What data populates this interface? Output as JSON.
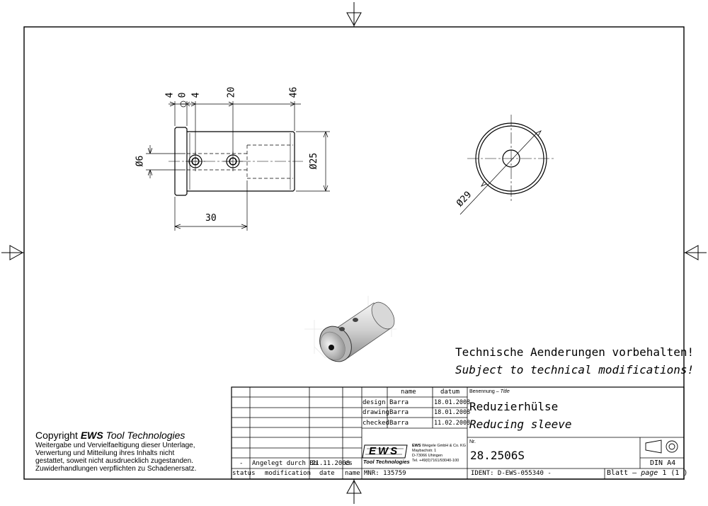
{
  "dimensions": {
    "d4a": "4",
    "d0": "0",
    "d4b": "4",
    "d20": "20",
    "d46": "46",
    "d6": "Ø6",
    "d25": "Ø25",
    "d30": "30",
    "d29": "Ø29"
  },
  "notice": {
    "de": "Technische Aenderungen vorbehalten!",
    "en": "Subject to technical modifications!"
  },
  "copyright": {
    "prefix": "Copyright ",
    "brand": "EWS",
    "suffix": " Tool Technologies",
    "lines": [
      "Weitergabe und Vervielfaeltigung dieser Unterlage,",
      "Verwertung und Mitteilung ihres Inhalts nicht",
      "gestattet, soweit nicht ausdruecklich zugestanden.",
      "Zuwiderhandlungen verpflichten zu Schadenersatz."
    ]
  },
  "revision": {
    "entry": {
      "status": "-",
      "modification": "Angelegt durch Bb",
      "date": "21.11.2008",
      "name": "cs"
    },
    "headers": {
      "status": "status",
      "modification": "modification",
      "date": "date",
      "name": "name"
    }
  },
  "approvals": {
    "header_name": "name",
    "header_date": "datum",
    "rows": [
      {
        "role": "design",
        "name": "Barra",
        "date": "18.01.2008"
      },
      {
        "role": "drawing",
        "name": "Barra",
        "date": "18.01.2008"
      },
      {
        "role": "checked",
        "name": "Barra",
        "date": "11.02.2008"
      }
    ]
  },
  "company": {
    "logo": "EWS",
    "logo_sub": "Tool Technologies",
    "name_bold": "EWS",
    "name_rest": " Weigele GmbH & Co. KG",
    "street": "Maybachstr. 1",
    "city": "D-73066 Uhingen",
    "tel": "Tel. +49(0)7161/93040-100"
  },
  "title_block": {
    "label": "Benennung –",
    "label_en": "Title",
    "title_de": "Reduzierhülse",
    "title_en": "Reducing sleeve",
    "nr_label": "Nr.",
    "number": "28.2506S",
    "format": "DIN A4",
    "ident": "IDENT: D-EWS-055340 -",
    "mnr": "MNR: 135759",
    "sheet_label": "Blatt –",
    "sheet_label_en": "page",
    "sheet_value": "1 (1 )"
  }
}
